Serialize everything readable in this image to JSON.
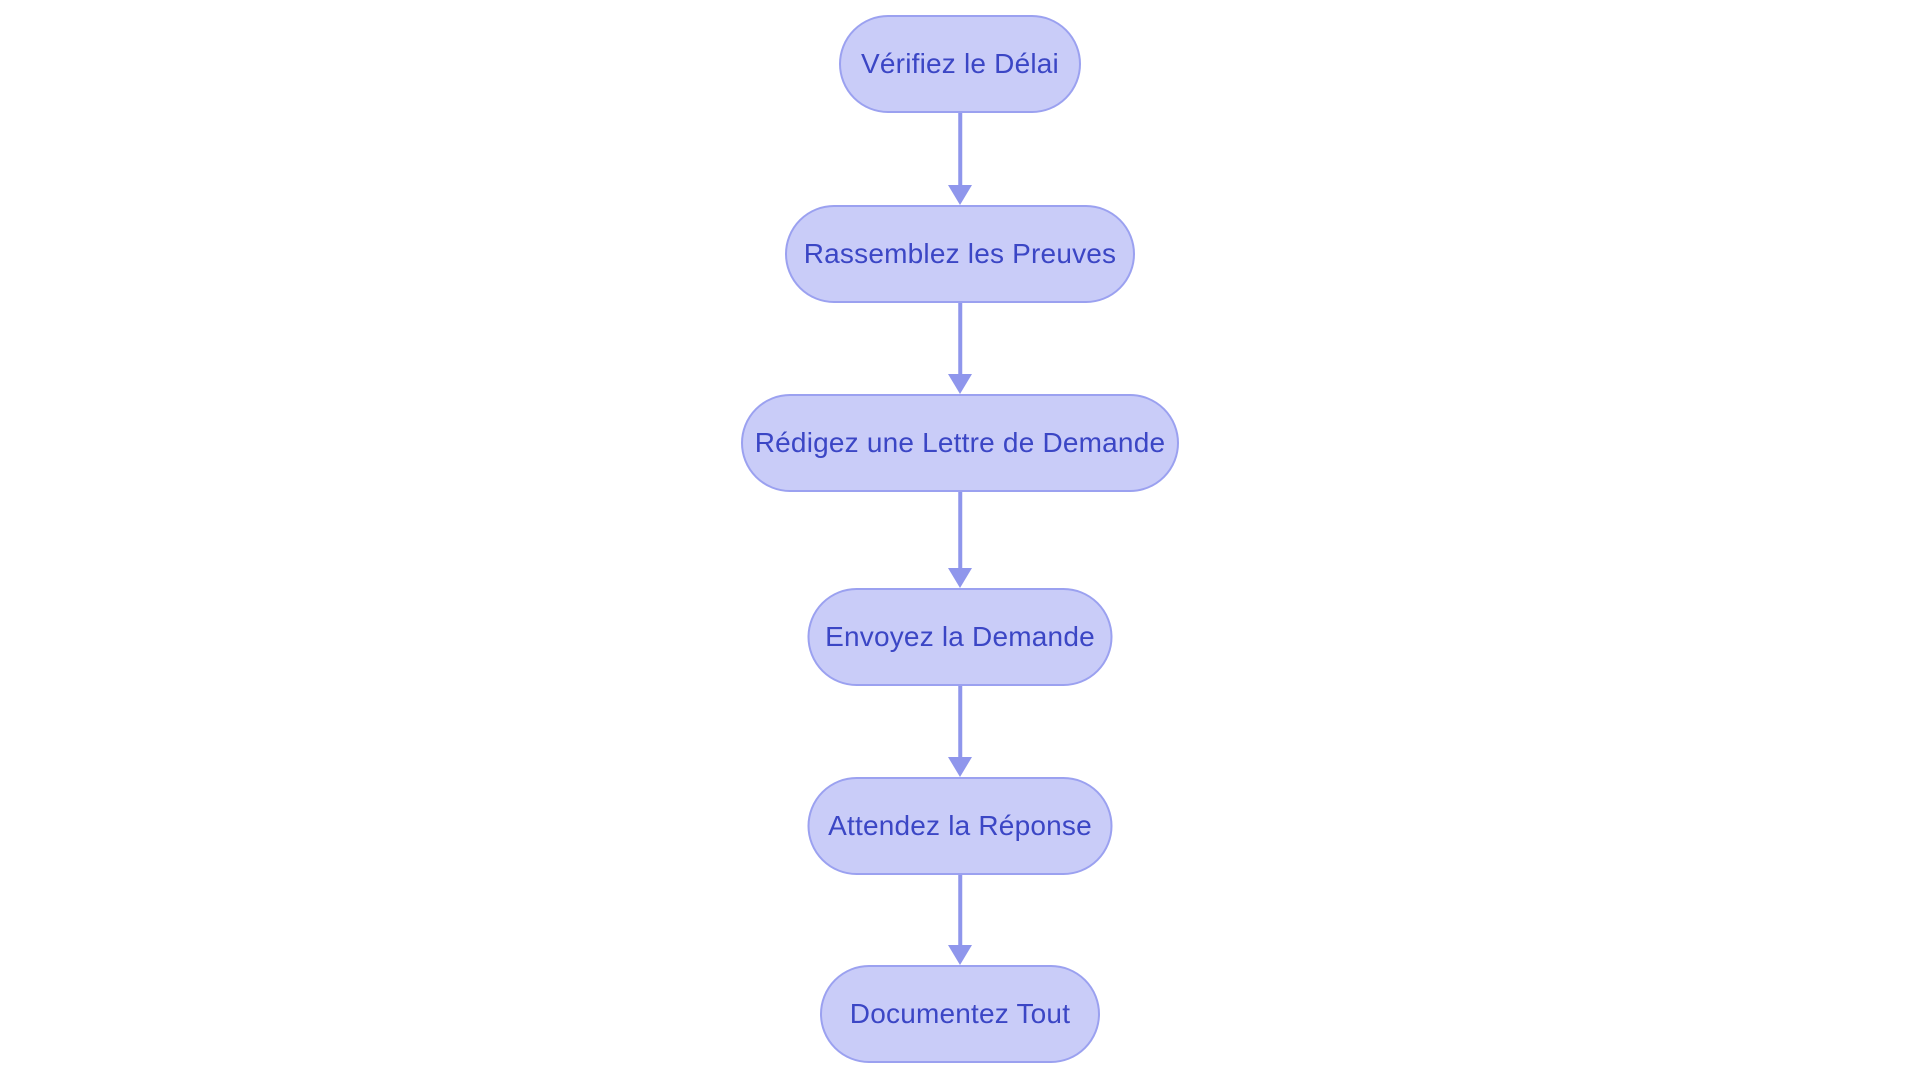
{
  "diagram": {
    "type": "flowchart",
    "direction": "top-down",
    "nodes": [
      {
        "id": "1",
        "label": "Vérifiez le Délai"
      },
      {
        "id": "2",
        "label": "Rassemblez les Preuves"
      },
      {
        "id": "3",
        "label": "Rédigez une Lettre de Demande"
      },
      {
        "id": "4",
        "label": "Envoyez la Demande"
      },
      {
        "id": "5",
        "label": "Attendez la Réponse"
      },
      {
        "id": "6",
        "label": "Documentez Tout"
      }
    ],
    "edges": [
      {
        "from": "1",
        "to": "2"
      },
      {
        "from": "2",
        "to": "3"
      },
      {
        "from": "3",
        "to": "4"
      },
      {
        "from": "4",
        "to": "5"
      },
      {
        "from": "5",
        "to": "6"
      }
    ]
  },
  "colors": {
    "background": "#ffffff",
    "node_fill": "#c9ccf8",
    "node_border": "#9ba1f0",
    "node_text": "#3b46c5",
    "arrow": "#8f96ec"
  }
}
